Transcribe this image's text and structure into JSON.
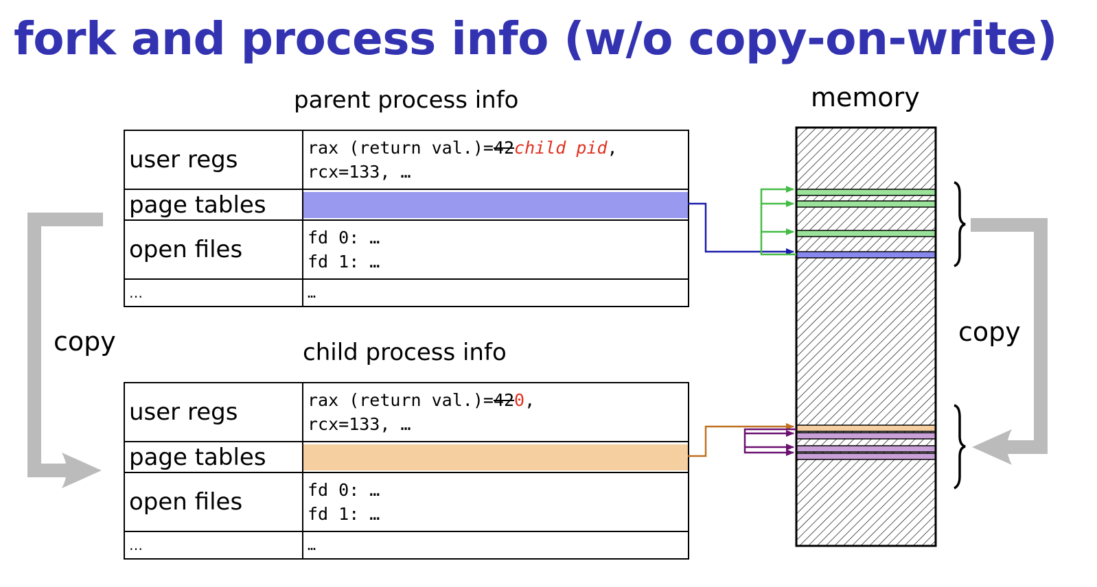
{
  "title": "fork and process info (w/o copy-on-write)",
  "labels": {
    "parent": "parent process info",
    "child": "child process info",
    "memory": "memory",
    "copy_left": "copy",
    "copy_right": "copy"
  },
  "parent": {
    "user_regs_key": "user regs",
    "rax_prefix": "rax (return val.)=",
    "rax_old": "42",
    "rax_new": "child pid",
    "rax_suffix": ",",
    "rcx": "rcx=133, …",
    "page_tables_key": "page tables",
    "open_files_key": "open files",
    "fd0": "fd 0: …",
    "fd1": "fd 1: …",
    "more_key": "…",
    "more_val": "…"
  },
  "child": {
    "user_regs_key": "user regs",
    "rax_prefix": "rax (return val.)=",
    "rax_old": "42",
    "rax_new": "0",
    "rax_suffix": ",",
    "rcx": "rcx=133, …",
    "page_tables_key": "page tables",
    "open_files_key": "open files",
    "fd0": "fd 0: …",
    "fd1": "fd 1: …",
    "more_key": "…",
    "more_val": "…"
  },
  "colors": {
    "title": "#3333b2",
    "parent_page_table": "#9999f0",
    "child_page_table": "#f5cfa0",
    "parent_data_page": "#9be39b",
    "parent_pt_page": "#8888ee",
    "child_pt_page": "#f5cfa0",
    "child_data_page": "#c9a0d8",
    "arrow_green": "#44bb44",
    "arrow_blue": "#1a1aaa",
    "arrow_orange": "#c07020",
    "arrow_purple": "#6a1070",
    "copy_arrow": "#bbbbbb"
  }
}
